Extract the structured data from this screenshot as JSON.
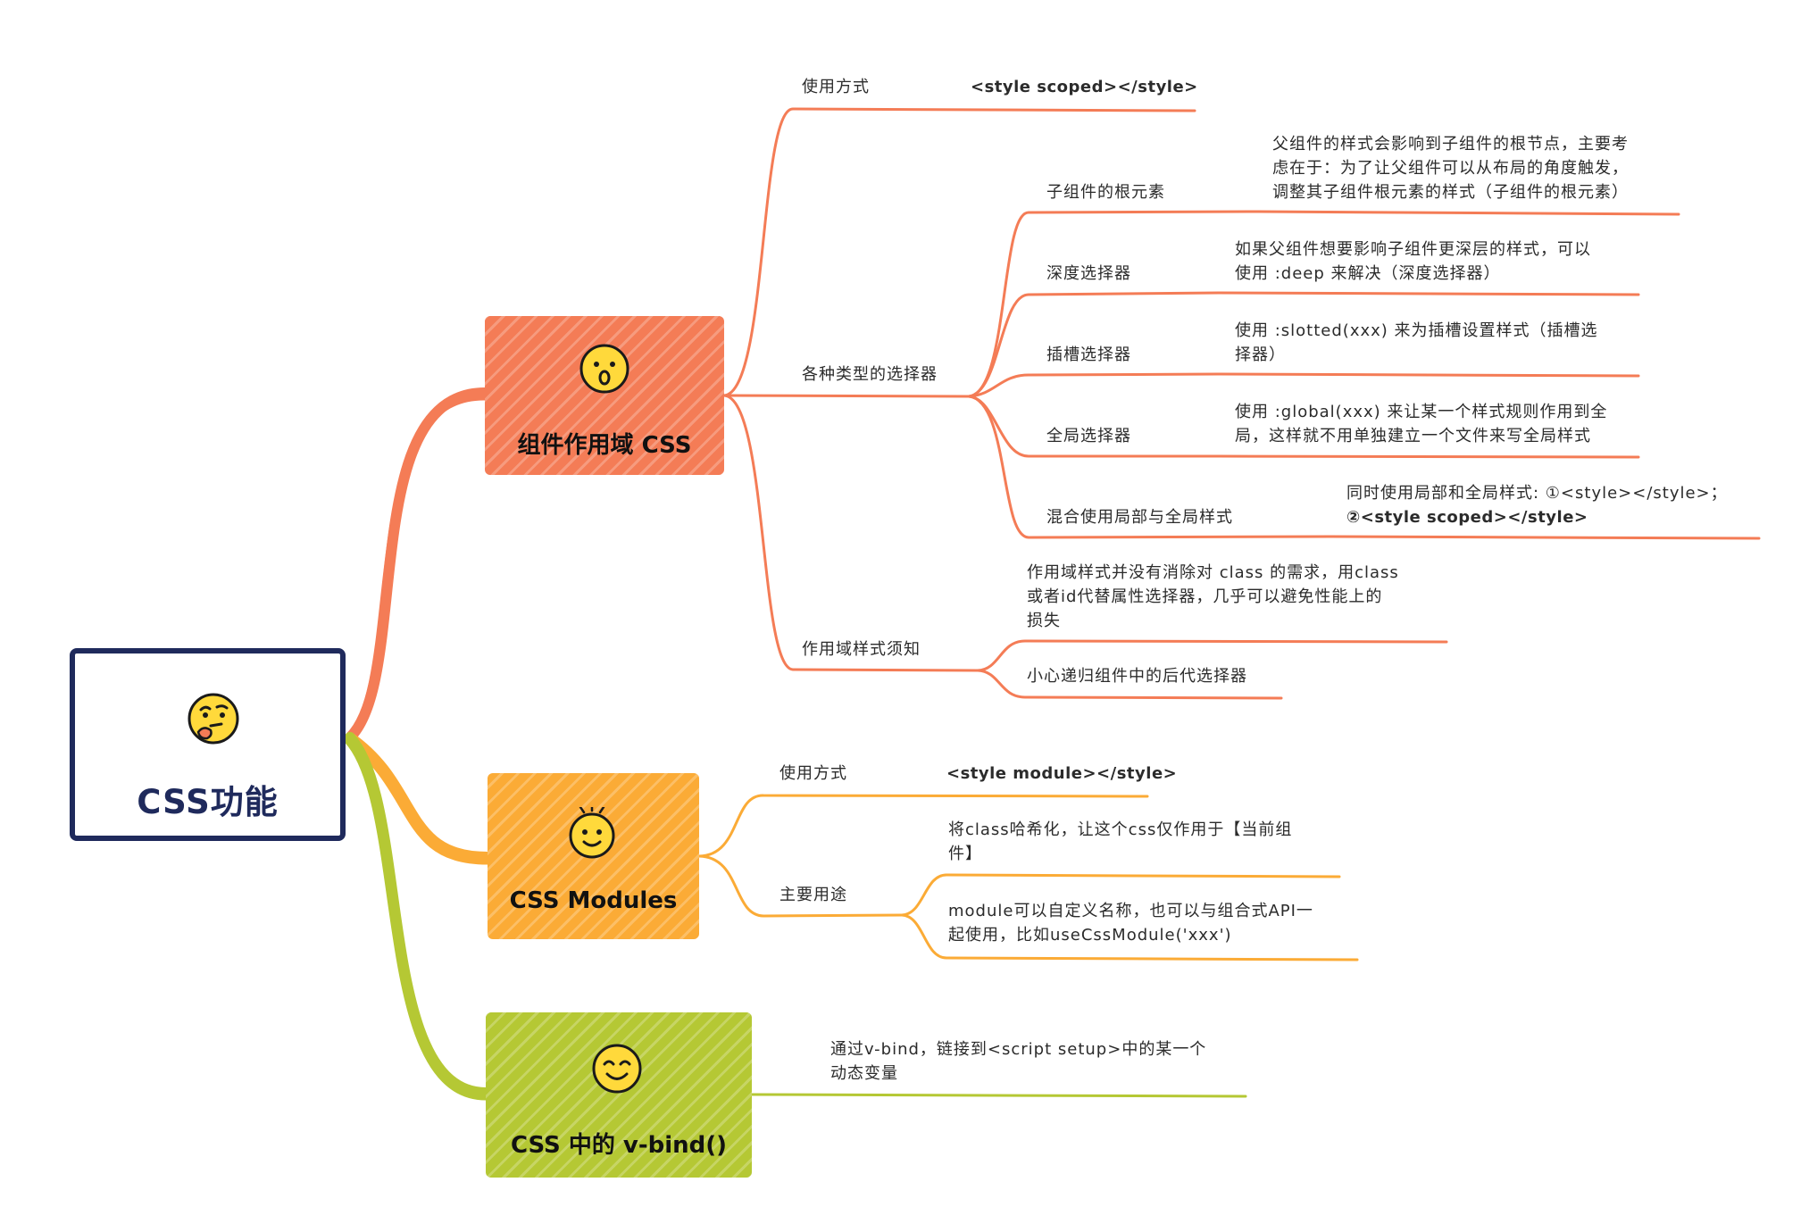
{
  "root": {
    "title": "CSS功能",
    "icon": "thinking-face-icon"
  },
  "branches": {
    "scoped": {
      "title": "组件作用域 CSS",
      "icon": "hushed-face-icon",
      "color": "#f47c56",
      "usage": {
        "label": "使用方式",
        "value": "<style scoped></style>"
      },
      "selectors": {
        "label": "各种类型的选择器",
        "items": [
          {
            "label": "子组件的根元素",
            "desc": [
              "父组件的样式会影响到子组件的根节点，主要考",
              "虑在于：为了让父组件可以从布局的角度触发，",
              "调整其子组件根元素的样式（子组件的根元素）"
            ]
          },
          {
            "label": "深度选择器",
            "desc": [
              "如果父组件想要影响子组件更深层的样式，可以",
              "使用 :deep 来解决（深度选择器）"
            ]
          },
          {
            "label": "插槽选择器",
            "desc": [
              "使用 :slotted(xxx) 来为插槽设置样式（插槽选",
              "择器）"
            ]
          },
          {
            "label": "全局选择器",
            "desc": [
              "使用 :global(xxx) 来让某一个样式规则作用到全",
              "局，这样就不用单独建立一个文件来写全局样式"
            ]
          },
          {
            "label": "混合使用局部与全局样式",
            "desc": [
              "同时使用局部和全局样式: ①<style></style>；",
              "②<style scoped></style>"
            ]
          }
        ]
      },
      "notes": {
        "label": "作用域样式须知",
        "items": [
          [
            "作用域样式并没有消除对 class 的需求，用class",
            "或者id代替属性选择器，几乎可以避免性能上的",
            "损失"
          ],
          [
            "小心递归组件中的后代选择器"
          ]
        ]
      }
    },
    "modules": {
      "title": "CSS Modules",
      "icon": "dizzy-face-icon",
      "color": "#fbab36",
      "usage": {
        "label": "使用方式",
        "value": "<style module></style>"
      },
      "purpose": {
        "label": "主要用途",
        "items": [
          [
            "将class哈希化，让这个css仅作用于【当前组",
            "件】"
          ],
          [
            "module可以自定义名称，也可以与组合式API一",
            "起使用，比如useCssModule('xxx')"
          ]
        ]
      }
    },
    "vbind": {
      "title": "CSS 中的 v-bind()",
      "icon": "smiling-face-icon",
      "color": "#b5c834",
      "desc": [
        "通过v-bind，链接到<script setup>中的某一个",
        "动态变量"
      ]
    }
  },
  "colors": {
    "root_border": "#1f2a5c",
    "emoji": "#ffd93b",
    "emoji_outline": "#1a1a1a"
  }
}
